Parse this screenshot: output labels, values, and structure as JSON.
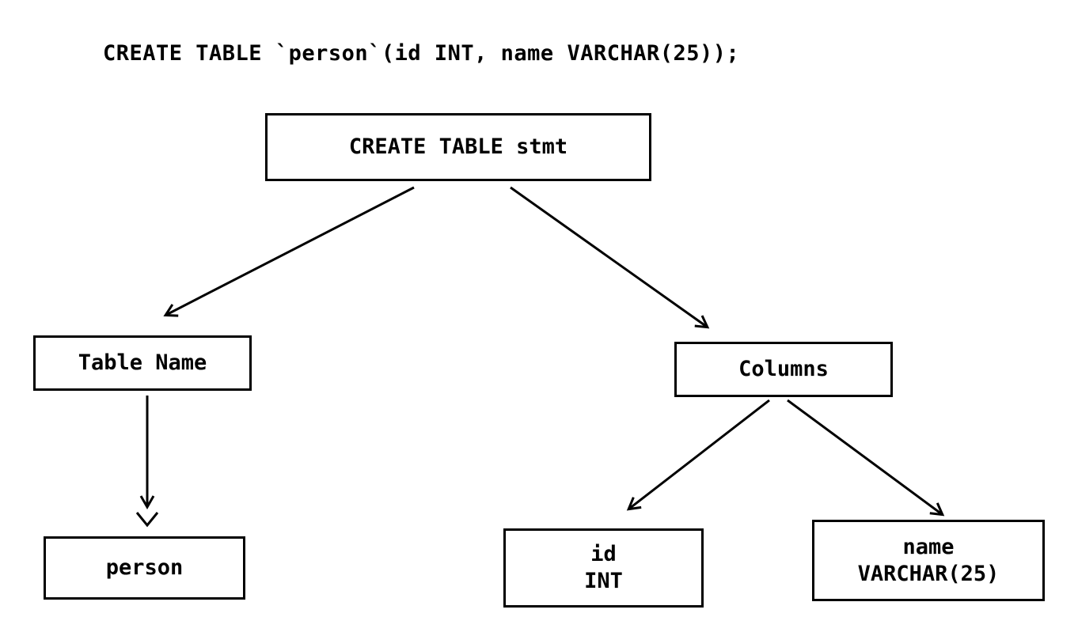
{
  "diagram": {
    "code_line": "CREATE TABLE `person`(id INT, name VARCHAR(25));",
    "nodes": {
      "root": {
        "label": "CREATE TABLE stmt"
      },
      "table_name": {
        "label": "Table Name"
      },
      "columns": {
        "label": "Columns"
      },
      "person": {
        "label": "person"
      },
      "id_column": {
        "line1": "id",
        "line2": "INT"
      },
      "name_column": {
        "line1": "name",
        "line2": "VARCHAR(25)"
      }
    },
    "colors": {
      "background": "#ffffff",
      "line": "#000000",
      "text": "#000000"
    }
  }
}
